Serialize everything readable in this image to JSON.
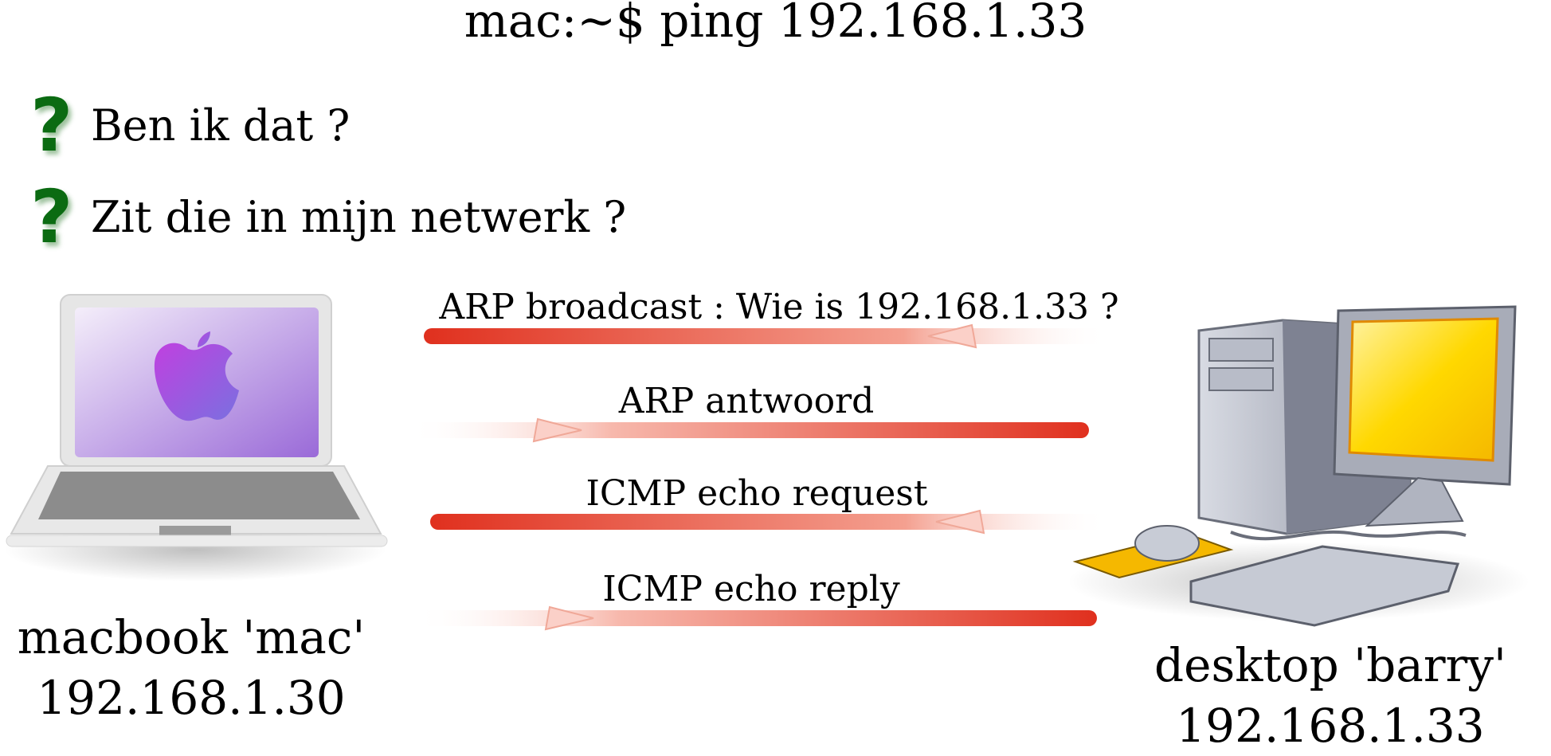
{
  "command": "mac:~$ ping 192.168.1.33",
  "questions": [
    {
      "mark": "?",
      "text": "Ben ik dat ?"
    },
    {
      "mark": "?",
      "text": "Zit die in mijn netwerk ?"
    }
  ],
  "messages": [
    {
      "label": "ARP broadcast : Wie is 192.168.1.33 ?",
      "direction": "to-left-arrow-right"
    },
    {
      "label": "ARP antwoord",
      "direction": "from-right"
    },
    {
      "label": "ICMP echo request",
      "direction": "to-left-arrow-right"
    },
    {
      "label": "ICMP echo reply",
      "direction": "from-right"
    }
  ],
  "hosts": {
    "left": {
      "name": "macbook 'mac'",
      "ip": "192.168.1.30",
      "icon": "laptop-icon"
    },
    "right": {
      "name": "desktop 'barry'",
      "ip": "192.168.1.33",
      "icon": "desktop-computer-icon"
    }
  },
  "colors": {
    "arrow": "#e0301e",
    "question_mark": "#0b6b12",
    "laptop_screen": "#a070e0",
    "monitor_screen": "#ffd800"
  }
}
